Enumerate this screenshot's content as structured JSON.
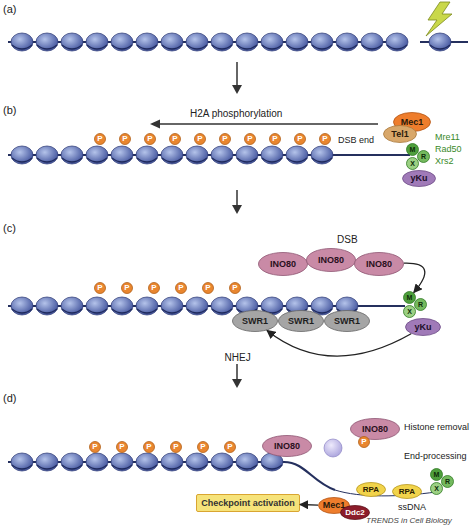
{
  "diagram": {
    "nodes": [
      {
        "text": [
          "Mec1"
        ]
      },
      {
        "text": [
          "Tel1"
        ]
      },
      {
        "text": [
          "yKu"
        ]
      },
      {
        "text": [
          "M"
        ]
      },
      {
        "text": [
          "R"
        ]
      },
      {
        "text": [
          "X"
        ]
      },
      {
        "text": [
          "P"
        ]
      },
      {
        "text": [
          "P"
        ]
      },
      {
        "text": [
          "P"
        ]
      },
      {
        "text": [
          "P"
        ]
      },
      {
        "text": [
          "P"
        ]
      },
      {
        "text": [
          "P"
        ]
      },
      {
        "text": [
          "P"
        ]
      },
      {
        "text": [
          "P"
        ]
      },
      {
        "text": [
          "P"
        ]
      },
      {
        "text": [
          "P"
        ]
      },
      {
        "text": [
          "INO80"
        ]
      },
      {
        "text": [
          "INO80"
        ]
      },
      {
        "text": [
          "INO80"
        ]
      },
      {
        "text": [
          "SWR1"
        ]
      },
      {
        "text": [
          "SWR1"
        ]
      },
      {
        "text": [
          "SWR1"
        ]
      },
      {
        "text": [
          "M"
        ]
      },
      {
        "text": [
          "R"
        ]
      },
      {
        "text": [
          "X"
        ]
      },
      {
        "text": [
          "yKu"
        ]
      },
      {
        "text": [
          "P"
        ]
      },
      {
        "text": [
          "P"
        ]
      },
      {
        "text": [
          "P"
        ]
      },
      {
        "text": [
          "P"
        ]
      },
      {
        "text": [
          "P"
        ]
      },
      {
        "text": [
          "P"
        ]
      },
      {
        "text": [
          "INO80"
        ]
      },
      {
        "text": [
          "P"
        ]
      },
      {
        "text": [
          "P"
        ]
      },
      {
        "text": [
          "P"
        ]
      },
      {
        "text": [
          "P"
        ]
      },
      {
        "text": [
          "P"
        ]
      },
      {
        "text": [
          "P"
        ]
      },
      {
        "text": [
          "INO80"
        ]
      },
      {
        "text": [
          "P"
        ]
      },
      {
        "text": [
          "M"
        ]
      },
      {
        "text": [
          "R"
        ]
      },
      {
        "text": [
          "X"
        ]
      },
      {
        "text": [
          "RPA"
        ]
      },
      {
        "text": [
          "RPA"
        ]
      },
      {
        "text": [
          "Mec1"
        ]
      },
      {
        "text": [
          "Ddc2"
        ]
      },
      {
        "text": [
          "Checkpoint activation"
        ]
      }
    ],
    "edges": [
      {
        "from": 18,
        "to": 22,
        "arrow": "to"
      },
      {
        "from": 25,
        "to": 19,
        "arrow": "to",
        "label": "NHEJ"
      },
      {
        "from": 46,
        "to": 48,
        "arrow": "to"
      }
    ],
    "labels": [
      "(a)",
      "(b)",
      "H2A phosphorylation",
      "DSB end",
      "Mre11",
      "Rad50",
      "Xrs2",
      "(c)",
      "DSB",
      "(d)",
      "Histone removal",
      "End-processing",
      "ssDNA",
      "TRENDS in Cell Biology"
    ]
  }
}
